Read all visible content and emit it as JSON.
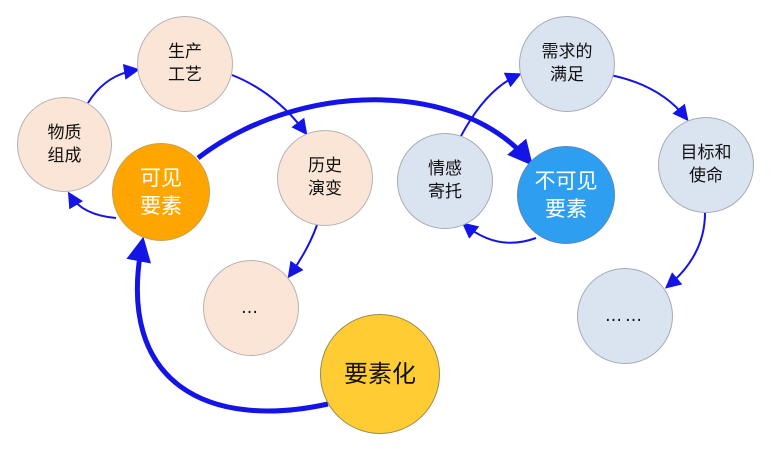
{
  "diagram": {
    "nodes": {
      "wuzhi_zucheng": "物质\n组成",
      "shengchan_gongyi": "生产\n工艺",
      "lishi_yanbian": "历史\n演变",
      "left_ellipsis": "…",
      "kejian_yaosu": "可见\n要素",
      "yaosuhua": "要素化",
      "qinggan_jituo": "情感\n寄托",
      "xuqiu_manzu": "需求的\n满足",
      "mubiao_shiming": "目标和\n使命",
      "bukejian_yaosu": "不可见\n要素",
      "right_ellipsis": "……"
    },
    "colors": {
      "arrow": "#1414e6",
      "peach": "#fbe5d6",
      "grey_blue": "#dae3f0",
      "orange": "#ffa500",
      "blue": "#2e9ff0",
      "gold": "#ffcd33"
    }
  }
}
